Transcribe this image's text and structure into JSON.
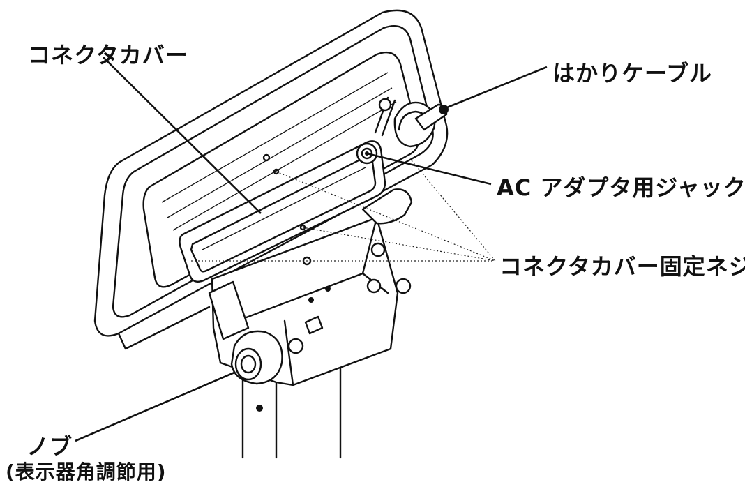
{
  "labels": {
    "connector_cover": "コネクタカバー",
    "scale_cable": "はかりケーブル",
    "ac_adapter_jack": "AC アダプタ用ジャック",
    "connector_cover_screws": "コネクタカバー固定ネジ",
    "knob": "ノブ",
    "knob_purpose": "(表示器角調節用)"
  }
}
